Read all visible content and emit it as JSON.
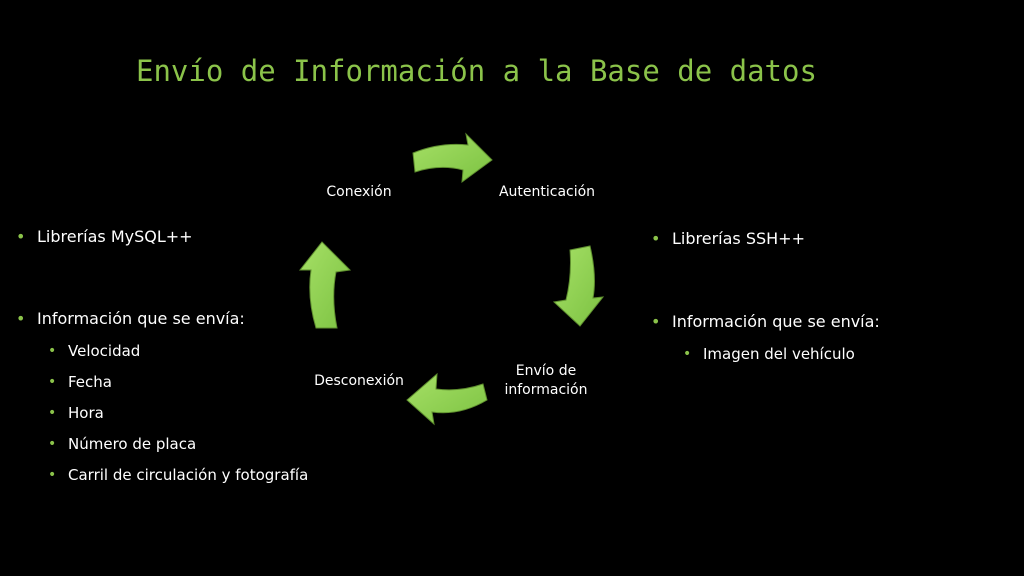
{
  "title": "Envío de Información a la Base de datos",
  "colors": {
    "background": "#000000",
    "accent": "#8bc34a",
    "arrow_fill": "#92d050",
    "text": "#ffffff"
  },
  "left_panel": {
    "item1": "Librerías MySQL++",
    "item2": "Información que se envía:",
    "sub_items": [
      "Velocidad",
      "Fecha",
      "Hora",
      "Número de placa",
      "Carril de circulación y fotografía"
    ]
  },
  "right_panel": {
    "item1": "Librerías SSH++",
    "item2": "Información que se envía:",
    "sub_items": [
      "Imagen del vehículo"
    ]
  },
  "cycle": {
    "nodes": {
      "conexion": "Conexión",
      "autenticacion": "Autenticación",
      "envio_line1": "Envío de",
      "envio_line2": "información",
      "desconexion": "Desconexión"
    }
  }
}
